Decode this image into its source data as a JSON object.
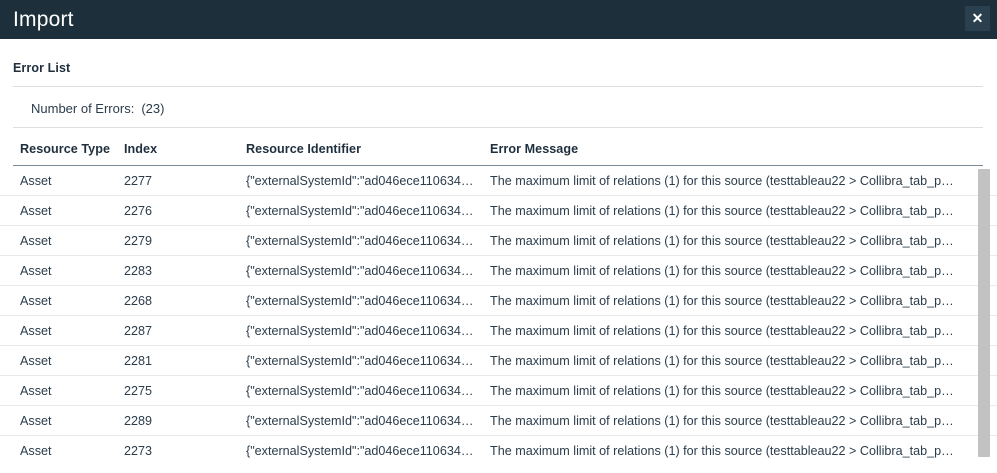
{
  "dialog": {
    "title": "Import",
    "close_label": "✕",
    "close_icon": "close-icon"
  },
  "section": {
    "heading": "Error List",
    "error_count_label": "Number of Errors:",
    "error_count_value": "(23)"
  },
  "table": {
    "columns": [
      {
        "key": "resource_type",
        "label": "Resource Type"
      },
      {
        "key": "index",
        "label": "Index"
      },
      {
        "key": "resource_identifier",
        "label": "Resource Identifier"
      },
      {
        "key": "error_message",
        "label": "Error Message"
      }
    ],
    "rows": [
      {
        "resource_type": "Asset",
        "index": "2277",
        "resource_identifier": "{\"externalSystemId\":\"ad046ece110634…",
        "error_message": "The maximum limit of relations (1) for this source (testtableau22 > Collibra_tab_p…"
      },
      {
        "resource_type": "Asset",
        "index": "2276",
        "resource_identifier": "{\"externalSystemId\":\"ad046ece110634…",
        "error_message": "The maximum limit of relations (1) for this source (testtableau22 > Collibra_tab_p…"
      },
      {
        "resource_type": "Asset",
        "index": "2279",
        "resource_identifier": "{\"externalSystemId\":\"ad046ece110634…",
        "error_message": "The maximum limit of relations (1) for this source (testtableau22 > Collibra_tab_p…"
      },
      {
        "resource_type": "Asset",
        "index": "2283",
        "resource_identifier": "{\"externalSystemId\":\"ad046ece110634…",
        "error_message": "The maximum limit of relations (1) for this source (testtableau22 > Collibra_tab_p…"
      },
      {
        "resource_type": "Asset",
        "index": "2268",
        "resource_identifier": "{\"externalSystemId\":\"ad046ece110634…",
        "error_message": "The maximum limit of relations (1) for this source (testtableau22 > Collibra_tab_p…"
      },
      {
        "resource_type": "Asset",
        "index": "2287",
        "resource_identifier": "{\"externalSystemId\":\"ad046ece110634…",
        "error_message": "The maximum limit of relations (1) for this source (testtableau22 > Collibra_tab_p…"
      },
      {
        "resource_type": "Asset",
        "index": "2281",
        "resource_identifier": "{\"externalSystemId\":\"ad046ece110634…",
        "error_message": "The maximum limit of relations (1) for this source (testtableau22 > Collibra_tab_p…"
      },
      {
        "resource_type": "Asset",
        "index": "2275",
        "resource_identifier": "{\"externalSystemId\":\"ad046ece110634…",
        "error_message": "The maximum limit of relations (1) for this source (testtableau22 > Collibra_tab_p…"
      },
      {
        "resource_type": "Asset",
        "index": "2289",
        "resource_identifier": "{\"externalSystemId\":\"ad046ece110634…",
        "error_message": "The maximum limit of relations (1) for this source (testtableau22 > Collibra_tab_p…"
      },
      {
        "resource_type": "Asset",
        "index": "2273",
        "resource_identifier": "{\"externalSystemId\":\"ad046ece110634…",
        "error_message": "The maximum limit of relations (1) for this source (testtableau22 > Collibra_tab_p…"
      }
    ]
  },
  "colors": {
    "titlebar_bg": "#1c2f3a",
    "close_button_bg": "#2b404f",
    "text": "#2b3c4a",
    "heading": "#1f2f3d",
    "row_border": "#e8eaec",
    "divider": "#dcdfe2",
    "header_rule": "#7b8b96",
    "scrollbar_thumb": "#c2c2c2"
  }
}
